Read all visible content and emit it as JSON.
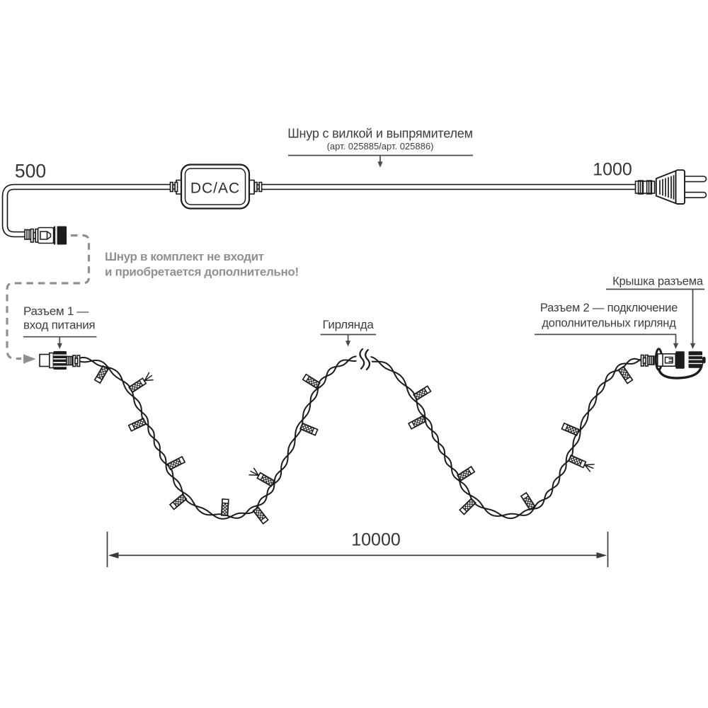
{
  "labels": {
    "cord_title": "Шнур с вилкой и выпрямителем",
    "cord_articles": "(арт. 025885/арт. 025886)",
    "cord_length_left": "500",
    "cord_length_right": "1000",
    "converter": "DC/AC",
    "note_line1": "Шнур в комплект не входит",
    "note_line2": "и приобретается дополнительно!",
    "connector1_line1": "Разъем 1 —",
    "connector1_line2": "вход питания",
    "garland": "Гирлянда",
    "connector2_line1": "Разъем 2 — подключение",
    "connector2_line2": "дополнительных гирлянд",
    "cap": "Крышка разъема",
    "garland_length": "10000"
  },
  "colors": {
    "ink": "#1c1c1c",
    "label": "#3d3d3d",
    "leader": "#4a4a4a",
    "muted": "#8f9093",
    "background": "#ffffff"
  }
}
